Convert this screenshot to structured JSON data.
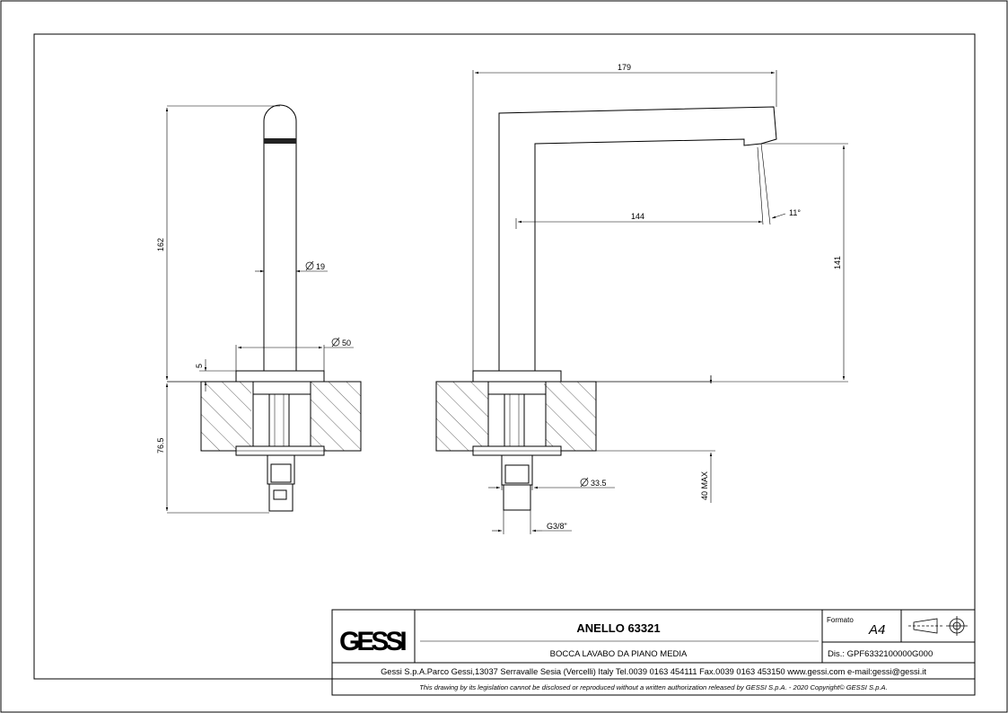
{
  "drawing": {
    "front_view": {
      "height_total": "162",
      "spout_diameter": "19",
      "base_diameter": "50",
      "base_thickness": "5",
      "below_counter": "76.5"
    },
    "side_view": {
      "overall_length": "179",
      "reach": "144",
      "angle": "11°",
      "spout_height": "141",
      "max_counter_thickness": "40 MAX",
      "shank_diameter": "33.5",
      "connection": "G3/8\""
    }
  },
  "title_block": {
    "logo": "GESSI",
    "product": "ANELLO 63321",
    "description": "BOCCA LAVABO DA PIANO MEDIA",
    "format_label": "Formato",
    "format_value": "A4",
    "drawing_number": "Dis.: GPF6332100000G000",
    "company_line": "Gessi S.p.A.Parco Gessi,13037 Serravalle Sesia (Vercelli) Italy Tel.0039 0163 454111 Fax.0039 0163 453150 www.gessi.com e-mail:gessi@gessi.it",
    "legal_line": "This drawing by its legislation cannot be disclosed or reproduced without a written authorization released by GESSI S.p.A. - 2020 Copyright© GESSI S.p.A."
  }
}
